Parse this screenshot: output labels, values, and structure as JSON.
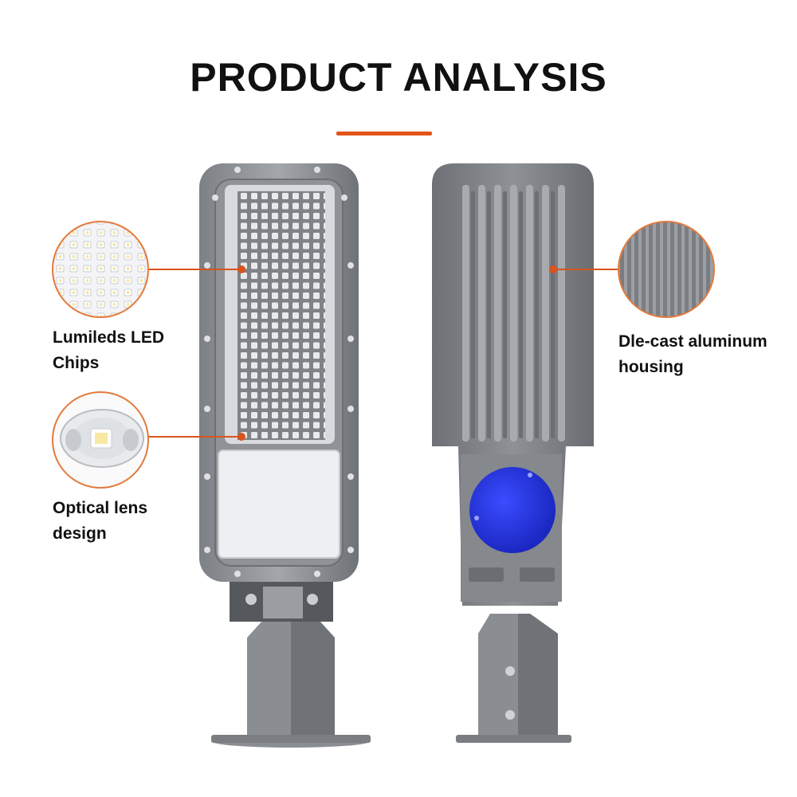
{
  "header": {
    "title": "PRODUCT ANALYSIS",
    "accent_color": "#e2541a"
  },
  "callouts": {
    "led": {
      "line1": "Lumileds LED",
      "line2": "Chips"
    },
    "lens": {
      "line1": "Optical lens",
      "line2": "design"
    },
    "housing": {
      "line1": "Dle-cast aluminum",
      "line2": "housing"
    }
  },
  "colors": {
    "housing_gray": "#8e9196",
    "dark_gray": "#5e6166",
    "pointer": "#d9531e",
    "cap_blue": "#2233dd"
  }
}
